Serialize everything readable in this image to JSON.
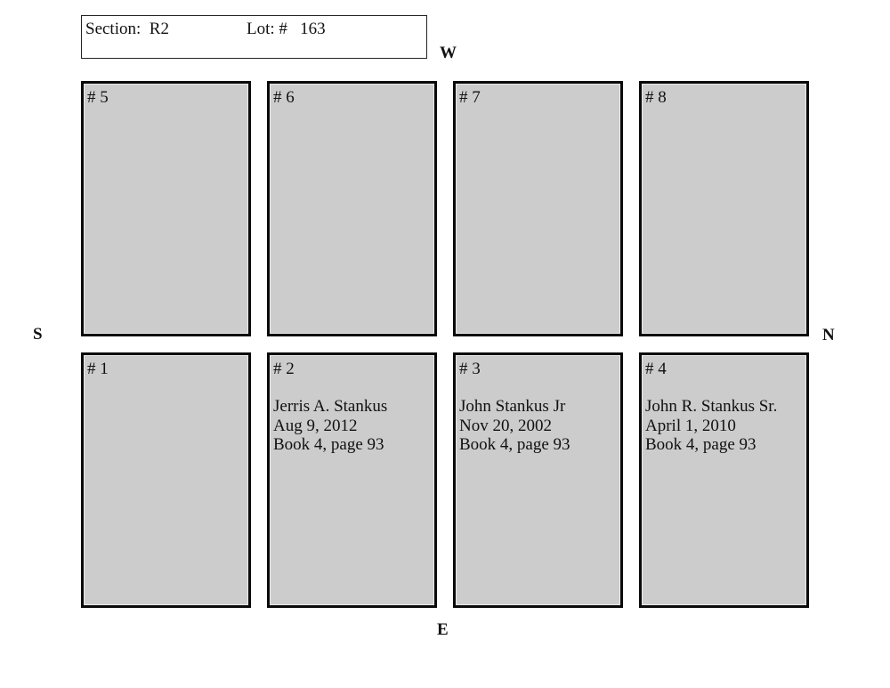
{
  "header": {
    "section_label": "Section:  R2",
    "lot_label": "Lot: #   163"
  },
  "compass": {
    "west": "W",
    "east": "E",
    "south": "S",
    "north": "N"
  },
  "plots": {
    "p5": {
      "number": "# 5"
    },
    "p6": {
      "number": "# 6"
    },
    "p7": {
      "number": "# 7"
    },
    "p8": {
      "number": "# 8"
    },
    "p1": {
      "number": "# 1"
    },
    "p2": {
      "number": "# 2",
      "name": "Jerris A. Stankus",
      "date": "Aug 9, 2012",
      "record": "Book 4, page 93"
    },
    "p3": {
      "number": "# 3",
      "name": "John Stankus Jr",
      "date": "Nov 20, 2002",
      "record": "Book 4, page 93"
    },
    "p4": {
      "number": "# 4",
      "name": "John R. Stankus Sr.",
      "date": "April 1, 2010",
      "record": "Book 4, page 93"
    }
  },
  "colors": {
    "plot_fill": "#cccccc",
    "plot_border": "#0a0a0a"
  }
}
